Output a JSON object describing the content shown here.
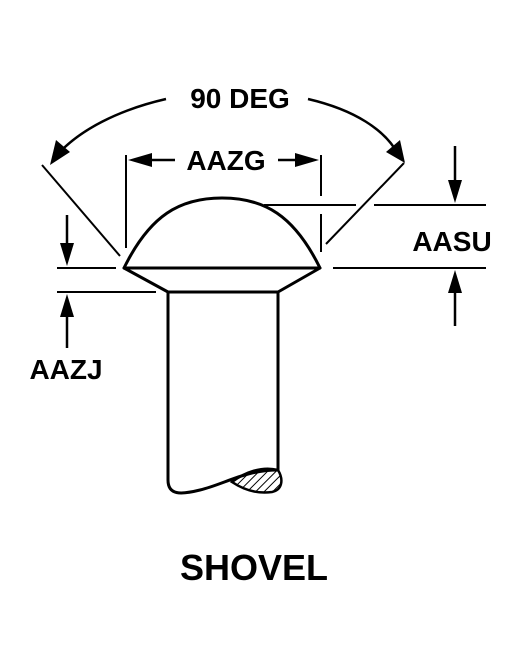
{
  "diagram": {
    "angle_label": "90 DEG",
    "head_diameter_label": "AAZG",
    "head_height_label": "AASU",
    "shank_to_head_label": "AAZJ",
    "head_style_label": "SHOVEL"
  },
  "colors": {
    "ink": "#000000",
    "background": "#ffffff"
  }
}
